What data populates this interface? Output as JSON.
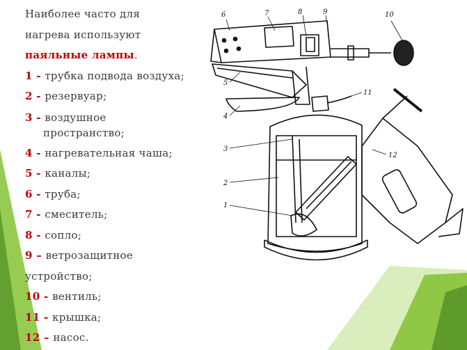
{
  "text": {
    "intro_1": "Наиболее часто для",
    "intro_2": "нагрева используют",
    "intro_3_highlight": "паяльные лампы",
    "intro_3_tail": ".",
    "items": [
      {
        "num": "1",
        "sep": " - ",
        "text": "трубка подвода воздуха;"
      },
      {
        "num": "2",
        "sep": " - ",
        "text": "резервуар;"
      },
      {
        "num": "3",
        "sep": " - ",
        "text": "воздушное",
        "cont": "пространство;"
      },
      {
        "num": "4",
        "sep": " - ",
        "text": "нагревательная чаша;"
      },
      {
        "num": "5",
        "sep": " - ",
        "text": "каналы;"
      },
      {
        "num": "6",
        "sep": " - ",
        "text": "труба;"
      },
      {
        "num": "7",
        "sep": " - ",
        "text": "смеситель;"
      },
      {
        "num": "8",
        "sep": " - ",
        "text": "сопло;"
      },
      {
        "num": "9",
        "sep": " – ",
        "text": "ветрозащитное"
      },
      {
        "num": "",
        "sep": "",
        "text": "устройство;"
      },
      {
        "num": "10",
        "sep": " - ",
        "text": "вентиль;"
      },
      {
        "num": "11",
        "sep": " - ",
        "text": "крышка;"
      },
      {
        "num": "12",
        "sep": " – ",
        "text": "насос."
      }
    ]
  },
  "diagram": {
    "callouts": [
      "1",
      "2",
      "3",
      "4",
      "5",
      "6",
      "7",
      "8",
      "9",
      "10",
      "11",
      "12"
    ]
  },
  "colors": {
    "number_red": "#c00000",
    "body_text": "#3a3a3a",
    "green_dark": "#5e9b2b",
    "green_mid": "#8cc63f",
    "green_light": "#c7e29a"
  }
}
